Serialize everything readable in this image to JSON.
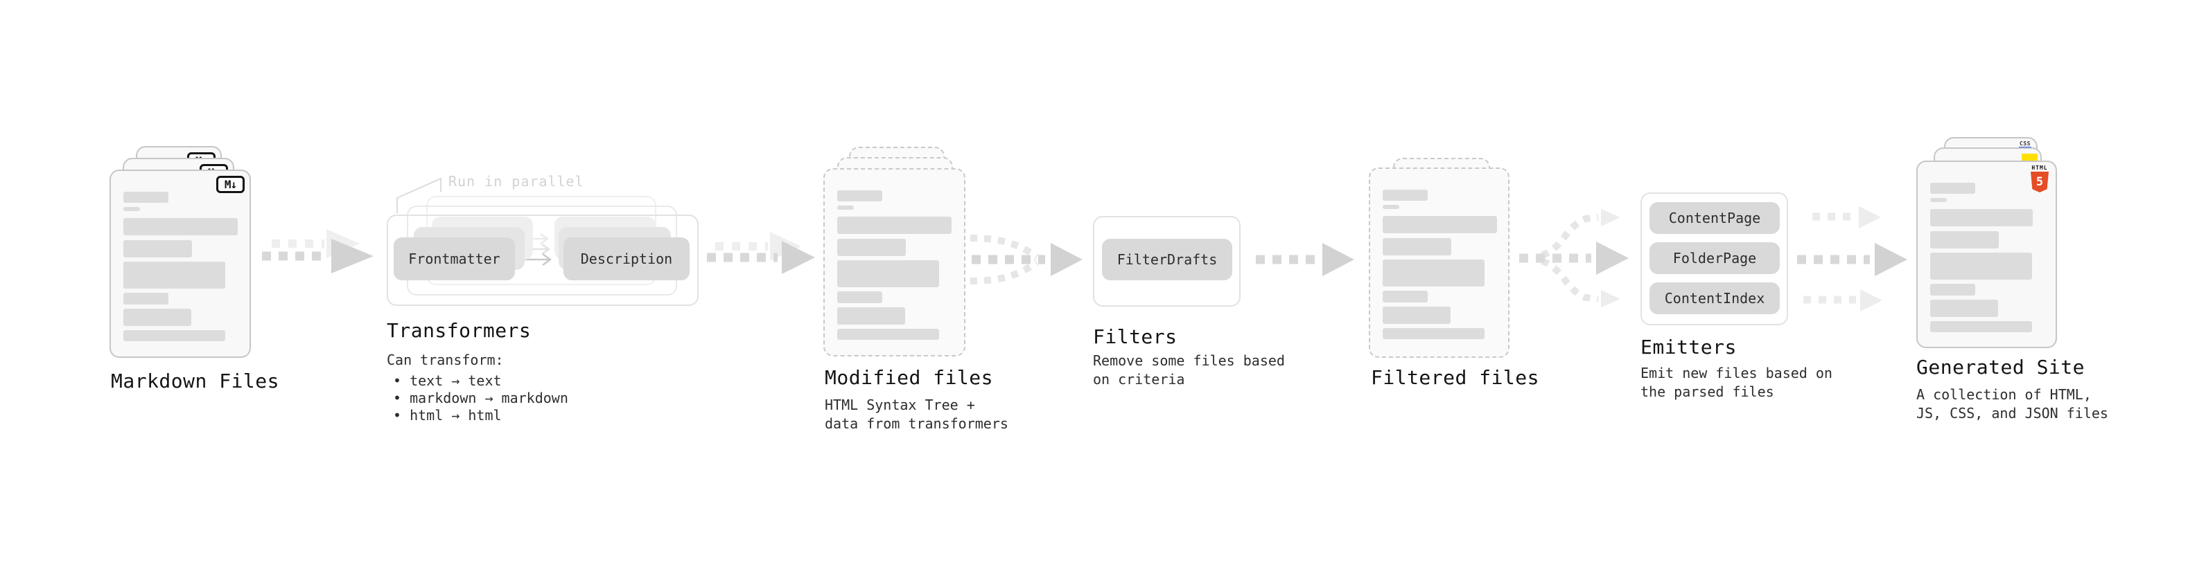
{
  "diagram": {
    "markdown_files": {
      "label": "Markdown Files",
      "badge": "M↓"
    },
    "transformers": {
      "annotation": "Run in parallel",
      "source_pill": "Frontmatter",
      "target_pill": "Description",
      "heading": "Transformers",
      "caption": "Can transform:",
      "bullets": [
        "• text → text",
        "• markdown → markdown",
        "• html → html"
      ]
    },
    "modified_files": {
      "label": "Modified files",
      "caption_lines": [
        "HTML Syntax Tree +",
        "data from transformers"
      ]
    },
    "filters": {
      "pill": "FilterDrafts",
      "heading": "Filters",
      "caption_lines": [
        "Remove some files based",
        "on criteria"
      ]
    },
    "filtered_files": {
      "label": "Filtered files"
    },
    "emitters": {
      "pills": [
        "ContentPage",
        "FolderPage",
        "ContentIndex"
      ],
      "heading": "Emitters",
      "caption_lines": [
        "Emit new files based on",
        "the parsed files"
      ]
    },
    "generated_site": {
      "label": "Generated Site",
      "caption_lines": [
        "A collection of HTML,",
        "JS, CSS, and JSON files"
      ],
      "css_badge": "CSS",
      "html5_badge_text": "HTML",
      "html5_badge_number": "5"
    }
  },
  "colors": {
    "html5_orange": "#e44d26",
    "js_yellow": "#ffdf00",
    "css_blue": "#2760e6",
    "skeleton_gray": "#dcdcdc",
    "pill_gray": "#d9d9d9",
    "arrow_gray": "#d6d6d6",
    "arrow_light_gray": "#ececec",
    "text_dark": "#141414"
  }
}
